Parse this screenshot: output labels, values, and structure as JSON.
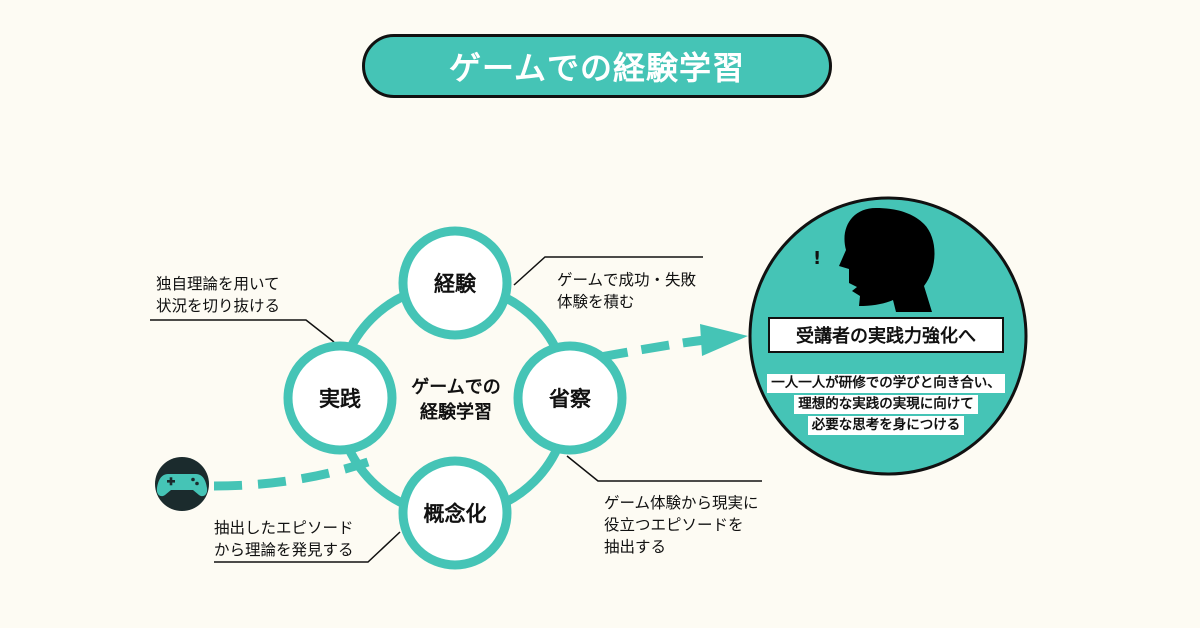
{
  "title": "ゲームでの経験学習",
  "cycle": {
    "center_lines": [
      "ゲームでの",
      "経験学習"
    ],
    "nodes": {
      "experience": "経験",
      "reflection": "省察",
      "conceptualization": "概念化",
      "practice": "実践"
    }
  },
  "notes": {
    "experience": [
      "ゲームで成功・失敗",
      "体験を積む"
    ],
    "reflection": [
      "ゲーム体験から現実に",
      "役立つエピソードを",
      "抽出する"
    ],
    "conceptualization": [
      "抽出したエピソード",
      "から理論を発見する"
    ],
    "practice": [
      "独自理論を用いて",
      "状況を切り抜ける"
    ]
  },
  "outcome": {
    "exclamation": "!",
    "heading": "受講者の実践力強化へ",
    "lines": [
      "一人一人が研修での学びと向き合い、",
      "理想的な実践の実現に向けて",
      "必要な思考を身につける"
    ]
  },
  "colors": {
    "teal": "#45c4b6",
    "dark": "#1b2b2d",
    "background": "#fdfbf3"
  },
  "icons": [
    "gamepad-icon",
    "head-silhouette-icon",
    "dashed-arrow-icon"
  ]
}
